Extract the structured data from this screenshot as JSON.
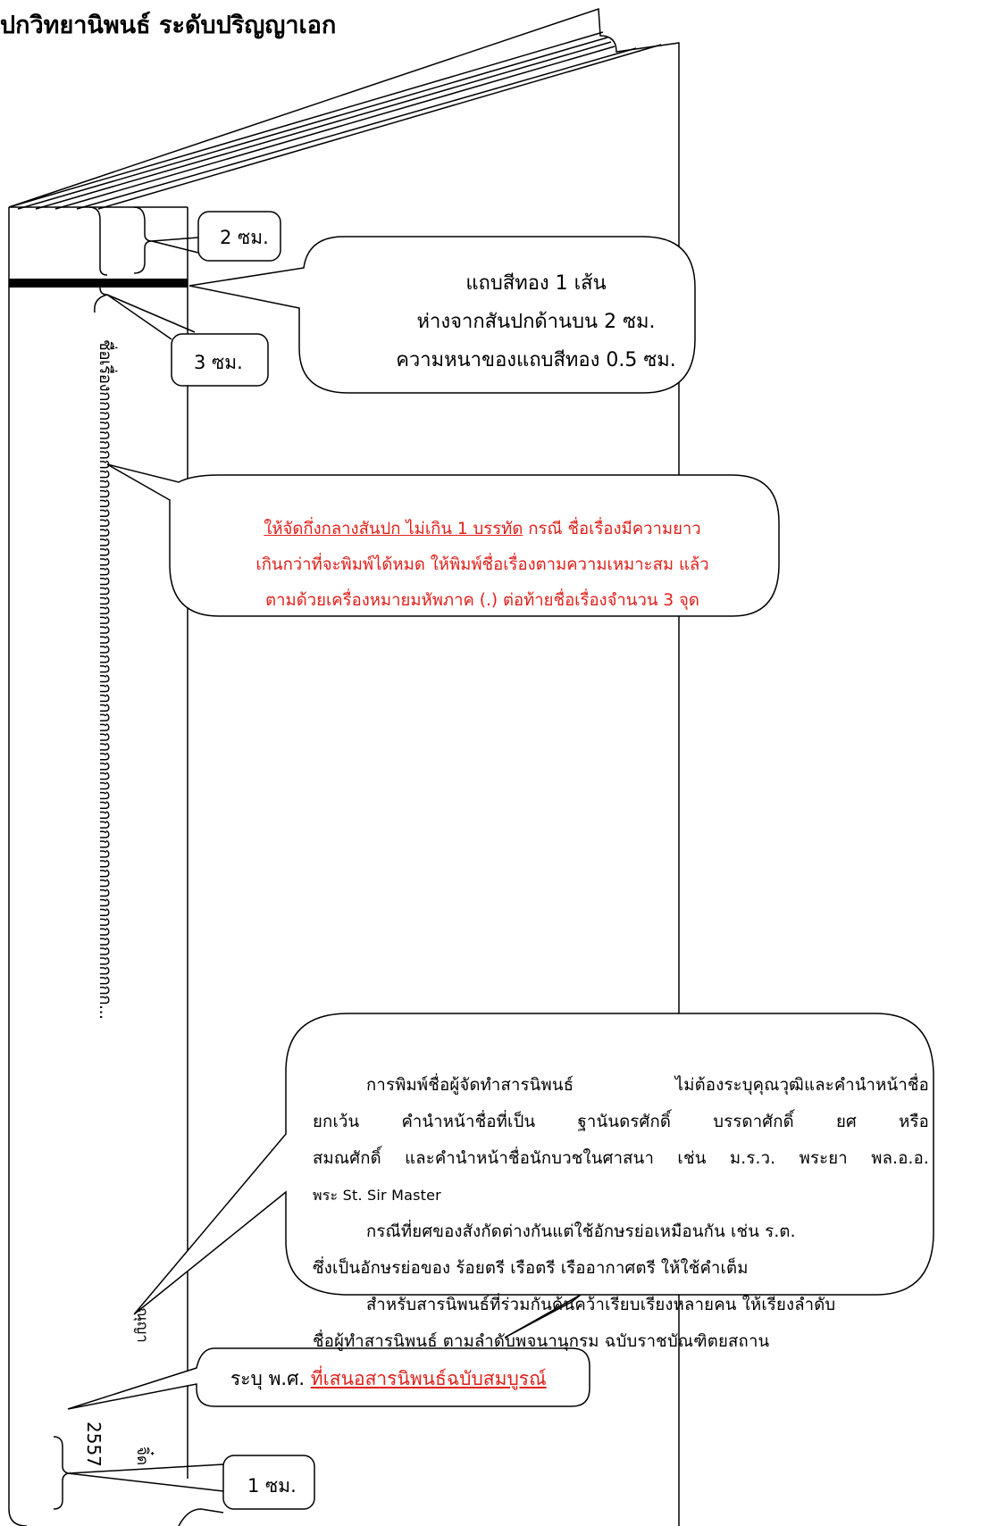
{
  "title": "ปกวิทยานิพนธ์ ระดับปริญญาเอก",
  "labels": {
    "top_margin": "2 ซม.",
    "title_offset": "3 ซม.",
    "bottom_margin": "1 ซม."
  },
  "gold_band_note": {
    "line1": "แถบสีทอง 1 เส้น",
    "line2": "ห่างจากสันปกด้านบน 2 ซม.",
    "line3": "ความหนาของแถบสีทอง 0.5 ซม."
  },
  "title_rule_note": {
    "underlined": "ให้จัดกึ่งกลางสันปก ไม่เกิน 1 บรรทัด",
    "rest_line1": " กรณี ชื่อเรื่องมีความยาว",
    "line2": "เกินกว่าที่จะพิมพ์ได้หมด ให้พิมพ์ชื่อเรื่องตามความเหมาะสม แล้ว",
    "line3": "ตามด้วยเครื่องหมายมหัพภาค (.) ต่อท้ายชื่อเรื่องจำนวน 3 จุด"
  },
  "author_note": {
    "p1_line1": "การพิมพ์ชื่อผู้จัดทำสารนิพนธ์ ไม่ต้องระบุคุณวุฒิและคำนำหน้าชื่อ",
    "p1_line2": "ยกเว้น คำนำหน้าชื่อที่เป็น ฐานันดรศักดิ์ บรรดาศักดิ์ ยศ หรือ",
    "p1_line3": "สมณศักดิ์ และคำนำหน้าชื่อนักบวชในศาสนา เช่น ม.ร.ว. พระยา พล.อ.อ.",
    "p1_line4": "พระ St. Sir Master",
    "p2_line1": "กรณีที่ยศของสังกัดต่างกันแต่ใช้อักษรย่อเหมือนกัน เช่น ร.ต.",
    "p2_line2": "ซึ่งเป็นอักษรย่อของ ร้อยตรี เรือตรี เรืออากาศตรี ให้ใช้คำเต็ม",
    "p3_line1": "สำหรับสารนิพนธ์ที่ร่วมกันค้นคว้าเรียบเรียงหลายคน ให้เรียงลำดับ",
    "p3_line2": "ชื่อผู้ทำสารนิพนธ์ ตามลำดับพจนานุกรม ฉบับราชบัณฑิตยสถาน"
  },
  "year_note": {
    "prefix": "ระบุ พ.ศ. ",
    "emphasis": "ที่เสนอสารนิพนธ์ฉบับสมบูรณ์"
  },
  "spine": {
    "title": "ชื่อเรื่องกกกกกกกกกกกกกกกกกกกกกกกกกกกกกกกกกกกกกกกกกกกกกกกกกกกกกกกกกกกกกกก...",
    "author": "ณุญา",
    "year": "2557",
    "dept": "จิ๋ด"
  },
  "colors": {
    "note_red": "#e0201a",
    "gold_band": "#000000"
  }
}
